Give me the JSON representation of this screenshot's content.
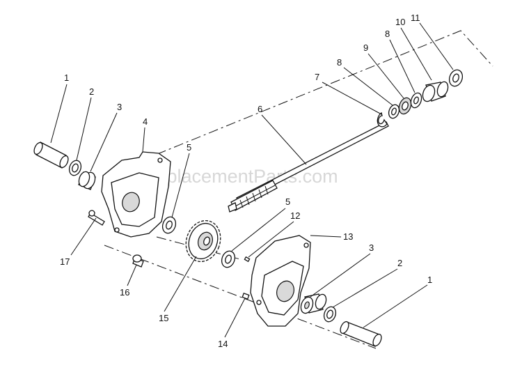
{
  "watermark": "eReplacementParts.com",
  "callouts": {
    "c1a": "1",
    "c2a": "2",
    "c3a": "3",
    "c4": "4",
    "c5a": "5",
    "c6": "6",
    "c7": "7",
    "c8a": "8",
    "c9": "9",
    "c8b": "8",
    "c10": "10",
    "c11": "11",
    "c5b": "5",
    "c12": "12",
    "c13": "13",
    "c3b": "3",
    "c2b": "2",
    "c1b": "1",
    "c17": "17",
    "c16": "16",
    "c15": "15",
    "c14": "14"
  }
}
